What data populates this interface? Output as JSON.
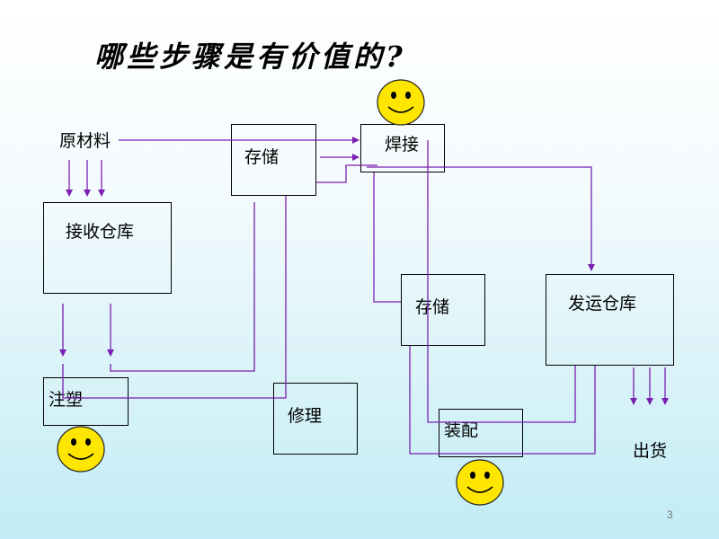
{
  "title": "哪些步骤是有价值的?",
  "page_number": "3",
  "labels": {
    "raw_material": "原材料",
    "storage_top": "存储",
    "welding": "焊接",
    "receiving_warehouse": "接收仓库",
    "storage_mid": "存储",
    "shipping_warehouse": "发运仓库",
    "injection_molding": "注塑",
    "repair": "修理",
    "assembly": "装配",
    "shipment": "出货"
  },
  "colors": {
    "arrow": "#7a1fb0",
    "smiley_face": "#ffe600",
    "box_border": "#000000"
  }
}
